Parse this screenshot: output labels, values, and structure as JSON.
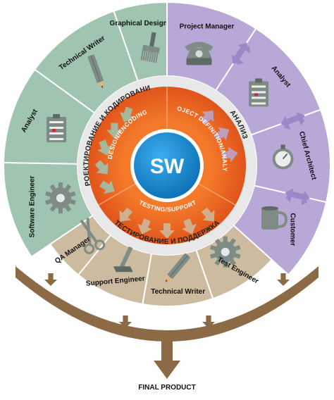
{
  "center": {
    "label": "SW"
  },
  "inner_phases": {
    "design": "DESIGN/ENCODING",
    "definition": "PROJECT DEFINITION/ANALYSE",
    "testing": "TESTING/SUPPORT"
  },
  "ring_labels": {
    "design": "ПРОЕКТИРОВАНИЕ И КОДИРОВАНИЕ",
    "analysis": "АНАЛИЗ",
    "testing": "ТЕСТИРОВАНИЕ И ПОДДЕРЖКА"
  },
  "roles": {
    "green": [
      "Software Engineer",
      "Analyst",
      "Technical Writer",
      "Graphical Designer"
    ],
    "purple": [
      "Project Manager",
      "Analyst",
      "Chief Architect",
      "Customer"
    ],
    "tan": [
      "Test Engineer",
      "Technical Writer",
      "Support Engineer",
      "QA Manager"
    ]
  },
  "final": {
    "label": "FINAL PRODUCT"
  },
  "colors": {
    "green": "#9fc5b0",
    "purple": "#b7a8d7",
    "tan": "#cdbba0",
    "orange": "#ed6a1f",
    "blue": "#1b8fd4",
    "brown": "#8b6a45",
    "ring": "#e6e6e6"
  },
  "icons": {
    "green": [
      "gear-icon",
      "clipboard-icon",
      "pencil-icon",
      "brush-icon"
    ],
    "purple": [
      "telephone-icon",
      "clipboard-icon",
      "stopwatch-icon",
      "mug-icon"
    ],
    "tan": [
      "gear-icon",
      "pencil-icon",
      "tool-icon",
      "scissors-icon"
    ]
  }
}
